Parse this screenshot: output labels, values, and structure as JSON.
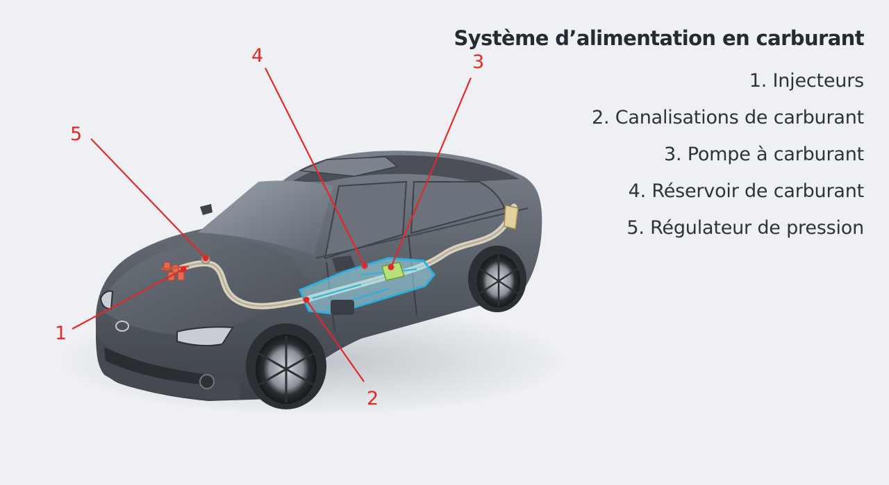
{
  "legend": {
    "title": "Système d’alimentation en carburant",
    "items": [
      {
        "number": "1",
        "label": "1. Injecteurs"
      },
      {
        "number": "2",
        "label": "2. Canalisations de carburant"
      },
      {
        "number": "3",
        "label": "3. Pompe à carburant"
      },
      {
        "number": "4",
        "label": "4. Réservoir de carburant"
      },
      {
        "number": "5",
        "label": "5. Régulateur de pression"
      }
    ]
  },
  "colors": {
    "background": "#eef0f3",
    "callout": "#e02a2a",
    "car_body": "#5a6068",
    "fuel_tank": "#3fc3e6",
    "fuel_line": "#c9c3b4",
    "pump": "#a6d86e",
    "injectors": "#e26a4c"
  }
}
